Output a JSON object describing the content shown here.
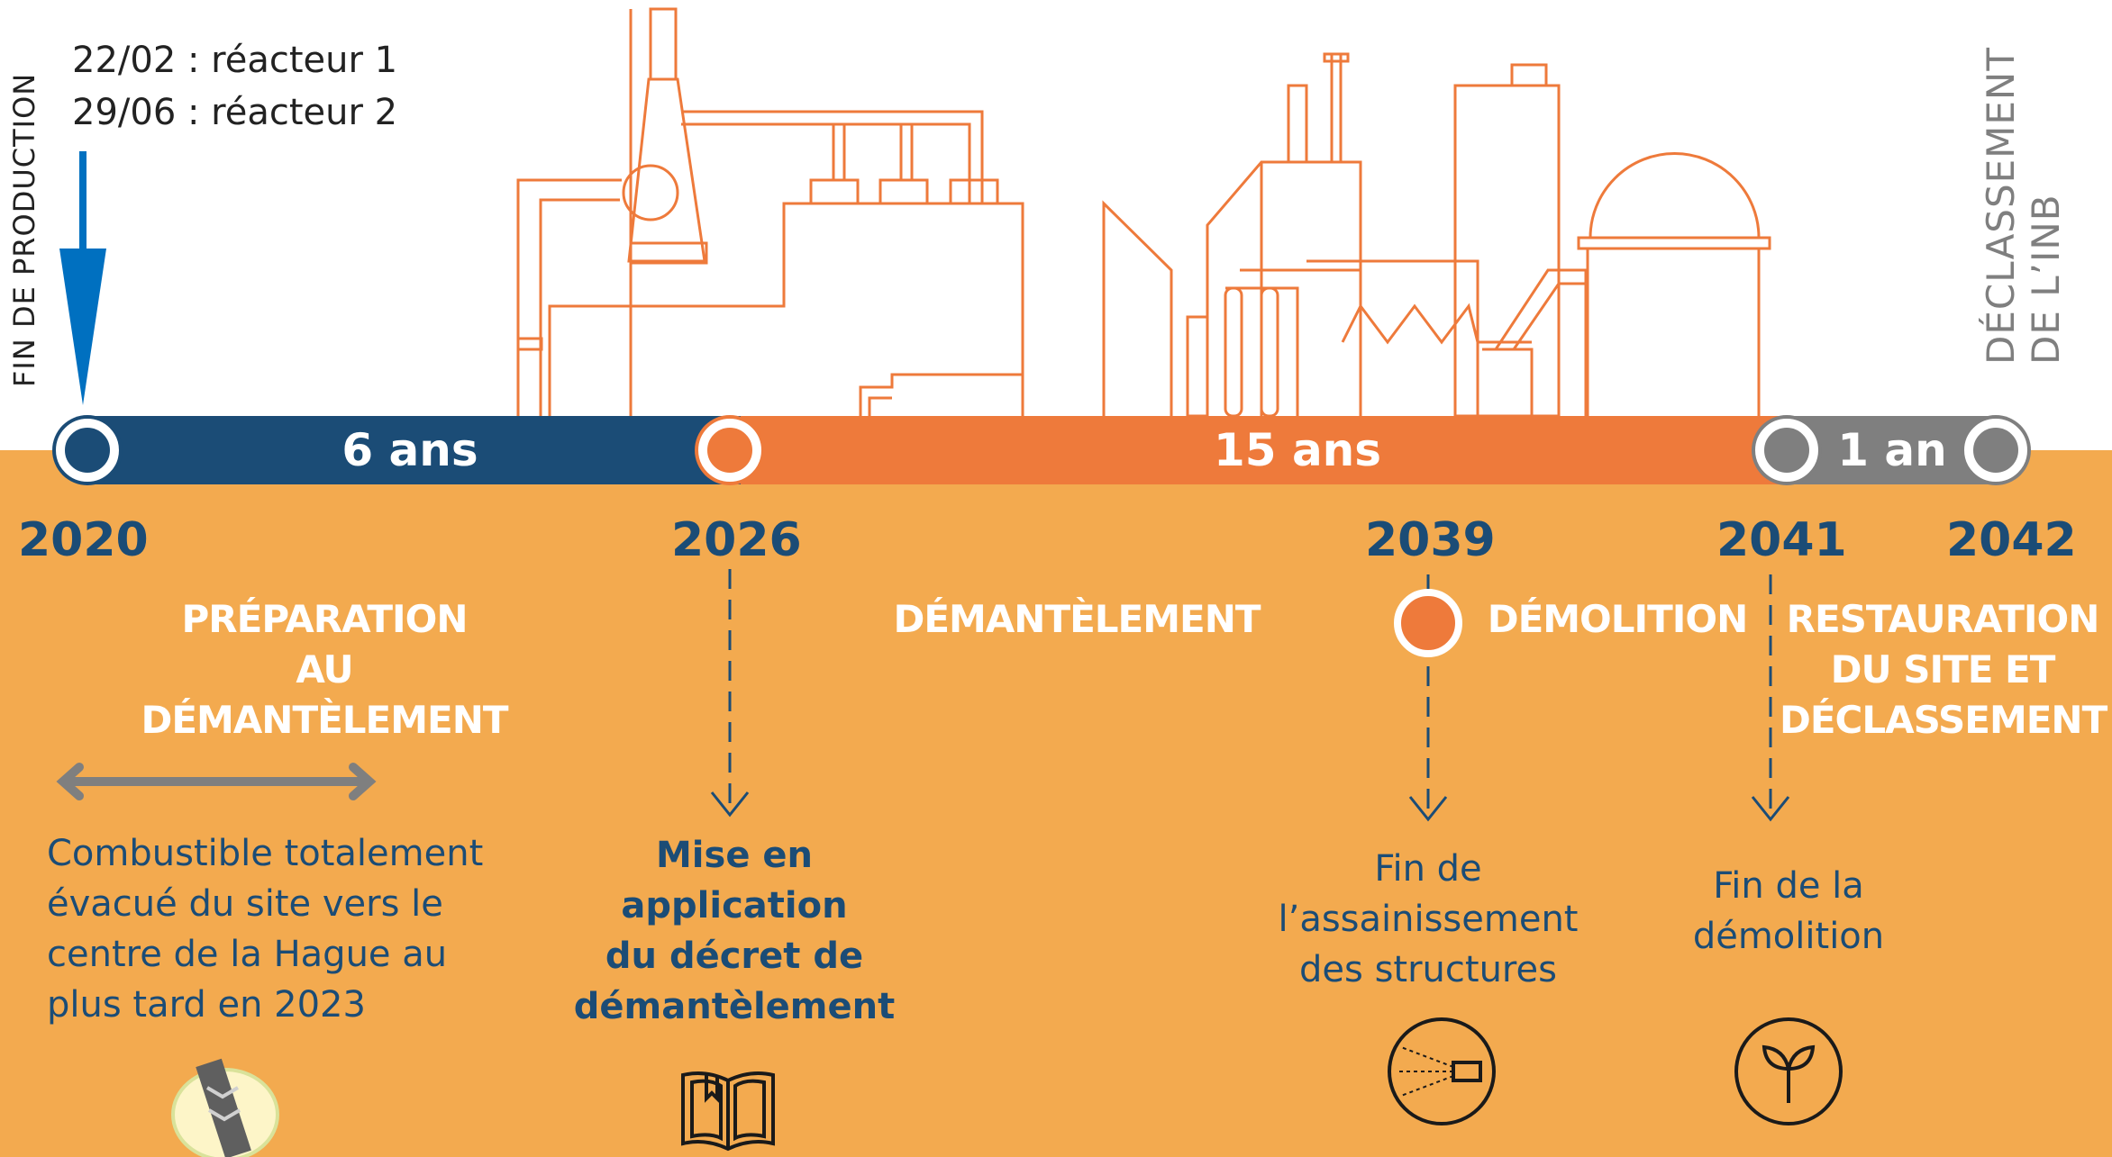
{
  "header": {
    "vertical_left": "FIN DE PRODUCTION",
    "reactor_dates": [
      "22/02 : réacteur 1",
      "29/06 : réacteur 2"
    ],
    "vertical_right": [
      "DÉCLASSEMENT",
      "DE L’INB"
    ]
  },
  "timeline": {
    "durations": [
      "6 ans",
      "15 ans",
      "1 an"
    ],
    "years": [
      "2020",
      "2026",
      "2039",
      "2041",
      "2042"
    ],
    "colors": {
      "blue": "#1b4c76",
      "orange": "#ee7a3b",
      "grey": "#7f7f7f",
      "background": "#f3aa4f",
      "arrow": "#0070c0"
    }
  },
  "phases": {
    "preparation": [
      "PRÉPARATION",
      "AU DÉMANTÈLEMENT"
    ],
    "demantelement": "DÉMANTÈLEMENT",
    "demolition": "DÉMOLITION",
    "restauration": [
      "RESTAURATION",
      "DU SITE ET",
      "DÉCLASSEMENT"
    ]
  },
  "milestones": {
    "combustible": [
      "Combustible totalement",
      "évacué du site vers le",
      "centre de la Hague au",
      "plus tard en 2023"
    ],
    "decret": [
      "Mise en",
      "application",
      "du décret de",
      "démantèlement"
    ],
    "assainissement": [
      "Fin de",
      "l’assainissement",
      "des structures"
    ],
    "fin_demolition": [
      "Fin de la",
      "démolition"
    ]
  },
  "icons": [
    "fuel-rod-icon",
    "book-icon",
    "spray-nozzle-icon",
    "sprout-icon"
  ]
}
